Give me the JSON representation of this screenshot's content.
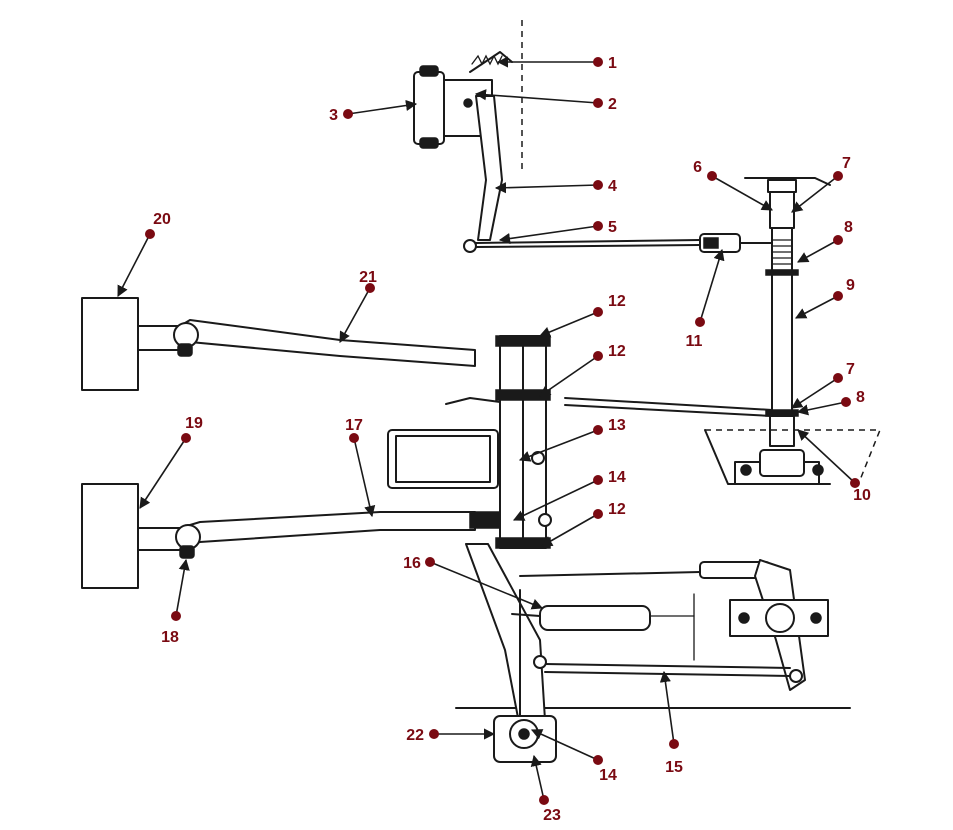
{
  "colors": {
    "callout": "#7a0a12",
    "ink": "#1a1a1a",
    "paper": "#ffffff"
  },
  "callouts": [
    {
      "id": "c1",
      "label": "1"
    },
    {
      "id": "c2",
      "label": "2"
    },
    {
      "id": "c3",
      "label": "3"
    },
    {
      "id": "c4",
      "label": "4"
    },
    {
      "id": "c5",
      "label": "5"
    },
    {
      "id": "c6",
      "label": "6"
    },
    {
      "id": "c7a",
      "label": "7"
    },
    {
      "id": "c8a",
      "label": "8"
    },
    {
      "id": "c9",
      "label": "9"
    },
    {
      "id": "c11",
      "label": "11"
    },
    {
      "id": "c7b",
      "label": "7"
    },
    {
      "id": "c8b",
      "label": "8"
    },
    {
      "id": "c10",
      "label": "10"
    },
    {
      "id": "c12a",
      "label": "12"
    },
    {
      "id": "c12b",
      "label": "12"
    },
    {
      "id": "c12c",
      "label": "12"
    },
    {
      "id": "c13",
      "label": "13"
    },
    {
      "id": "c14a",
      "label": "14"
    },
    {
      "id": "c20",
      "label": "20"
    },
    {
      "id": "c21",
      "label": "21"
    },
    {
      "id": "c19",
      "label": "19"
    },
    {
      "id": "c17",
      "label": "17"
    },
    {
      "id": "c18",
      "label": "18"
    },
    {
      "id": "c16",
      "label": "16"
    },
    {
      "id": "c15",
      "label": "15"
    },
    {
      "id": "c22",
      "label": "22"
    },
    {
      "id": "c14b",
      "label": "14"
    },
    {
      "id": "c23",
      "label": "23"
    }
  ]
}
